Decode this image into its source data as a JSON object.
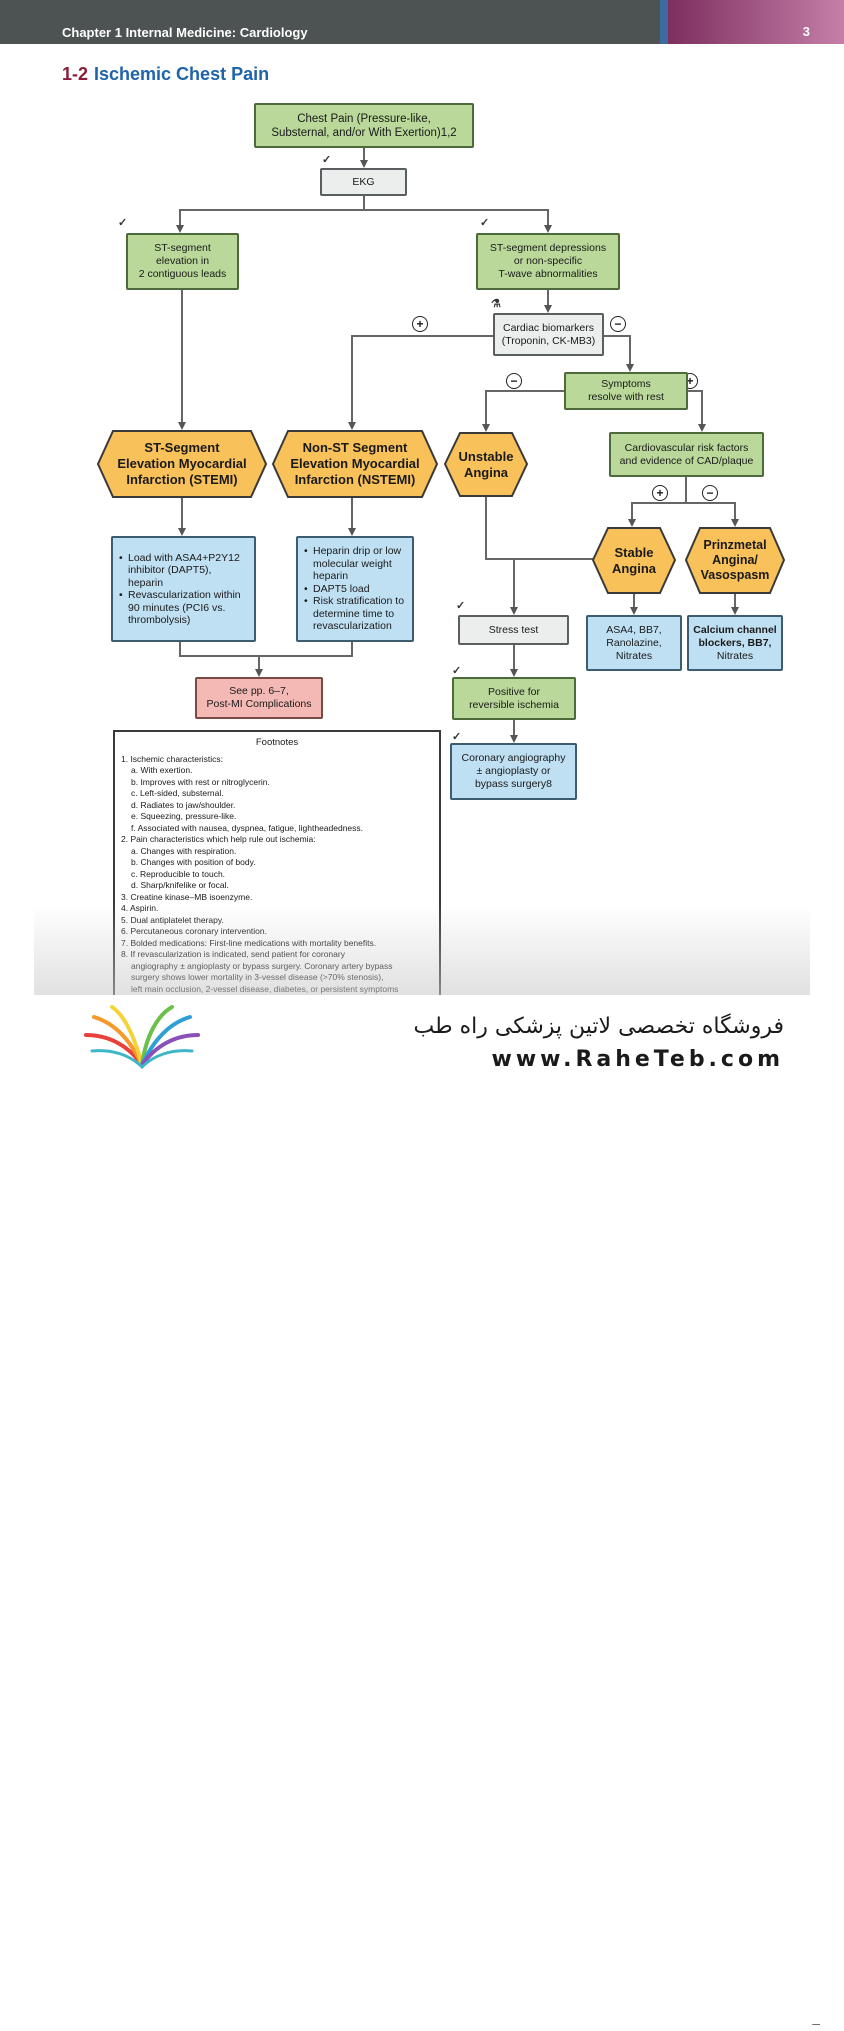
{
  "header": {
    "chapter": "Chapter 1  Internal Medicine: Cardiology",
    "page": "3"
  },
  "title": {
    "number": "1-2",
    "text": "Ischemic Chest Pain"
  },
  "nodes": {
    "chest_pain": [
      "Chest Pain (Pressure-like,",
      "Substernal, and/or With Exertion)1,2"
    ],
    "ekg": "EKG",
    "st_elevation": [
      "ST-segment",
      "elevation in",
      "2 contiguous leads"
    ],
    "st_depression": [
      "ST-segment depressions",
      "or non-specific",
      "T-wave abnormalities"
    ],
    "biomarkers": [
      "Cardiac biomarkers",
      "(Troponin, CK-MB3)"
    ],
    "symptoms_resolve": [
      "Symptoms",
      "resolve with rest"
    ],
    "stemi": [
      "ST-Segment",
      "Elevation Myocardial",
      "Infarction (STEMI)"
    ],
    "nstemi": [
      "Non-ST Segment",
      "Elevation Myocardial",
      "Infarction (NSTEMI)"
    ],
    "unstable": [
      "Unstable",
      "Angina"
    ],
    "cv_risk": [
      "Cardiovascular risk factors",
      "and evidence of CAD/plaque"
    ],
    "stable": [
      "Stable",
      "Angina"
    ],
    "prinzmetal": [
      "Prinzmetal",
      "Angina/",
      "Vasospasm"
    ],
    "stemi_tx": [
      "Load with ASA4+P2Y12 inhibitor (DAPT5), heparin",
      "Revascularization within 90 minutes (PCI6 vs. thrombolysis)"
    ],
    "nstemi_tx": [
      "Heparin drip or low molecular weight heparin",
      "DAPT5 load",
      "Risk stratification to determine time to revascularization"
    ],
    "see_pp": [
      "See pp. 6–7,",
      "Post-MI Complications"
    ],
    "stress": "Stress test",
    "positive": [
      "Positive for",
      "reversible ischemia"
    ],
    "angio": [
      "Coronary angiography",
      "± angioplasty or",
      "bypass surgery8"
    ],
    "stable_tx": [
      "ASA4, BB7,",
      "Ranolazine,",
      "Nitrates"
    ],
    "prinz_tx": [
      "Calcium channel",
      "blockers, BB7,",
      "Nitrates"
    ]
  },
  "signs": {
    "plus": "+",
    "minus": "−"
  },
  "footnotes": {
    "title": "Footnotes",
    "lines": [
      "1. Ischemic characteristics:",
      "a. With exertion.",
      "b. Improves with rest or nitroglycerin.",
      "c. Left-sided, substernal.",
      "d. Radiates to jaw/shoulder.",
      "e. Squeezing, pressure-like.",
      "f. Associated with nausea, dyspnea, fatigue, lightheadedness.",
      "2. Pain characteristics which help rule out ischemia:",
      "a. Changes with respiration.",
      "b. Changes with position of body.",
      "c. Reproducible to touch.",
      "d. Sharp/knifelike or focal.",
      "3. Creatine kinase–MB isoenzyme.",
      "4. Aspirin.",
      "5. Dual antiplatelet therapy.",
      "6. Percutaneous coronary intervention.",
      "7. Bolded medications: First-line medications with mortality benefits.",
      "8. If revascularization is indicated, send patient for coronary",
      "angiography ± angioplasty or bypass surgery. Coronary artery bypass",
      "surgery shows lower mortality in 3-vessel disease (>70% stenosis),",
      "left main occlusion, 2-vessel disease, diabetes, or persistent symptoms"
    ]
  },
  "footer": {
    "shop": "فروشگاه تخصصی لاتین پزشکی  راه طب",
    "url": "www.RaheTeb.com"
  },
  "colors": {
    "green": "#b9d899",
    "gray": "#eceded",
    "blue": "#bfe0f3",
    "pink": "#f4b9b4",
    "hex": "#f9c15a",
    "title_blue": "#1f63a8",
    "title_red": "#8b1d3a"
  }
}
